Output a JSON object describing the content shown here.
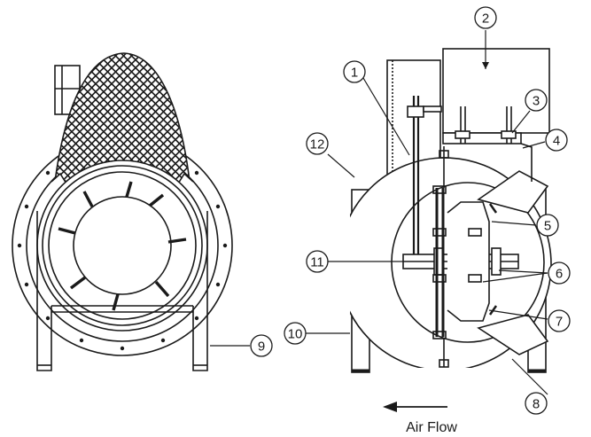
{
  "diagram": {
    "flow_label": "Air Flow",
    "callouts": [
      {
        "number": "1"
      },
      {
        "number": "2"
      },
      {
        "number": "3"
      },
      {
        "number": "4"
      },
      {
        "number": "5"
      },
      {
        "number": "6"
      },
      {
        "number": "7"
      },
      {
        "number": "8"
      },
      {
        "number": "9"
      },
      {
        "number": "10"
      },
      {
        "number": "11"
      },
      {
        "number": "12"
      }
    ],
    "colors": {
      "line": "#1a1a1a",
      "background": "#ffffff"
    }
  }
}
